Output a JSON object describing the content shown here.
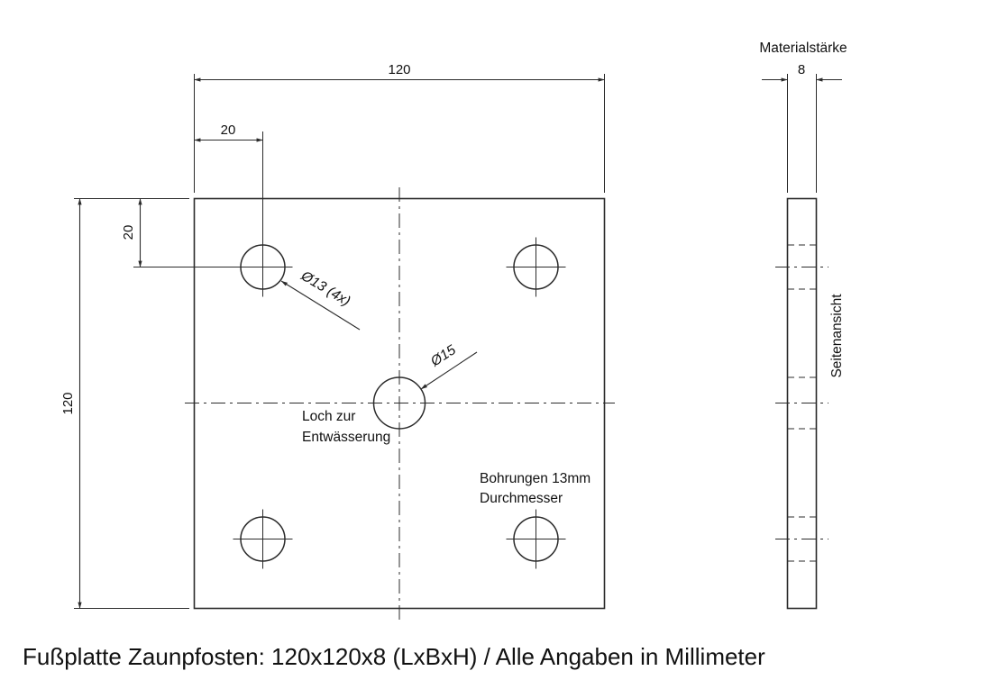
{
  "title": "Fußplatte Zaunpfosten: 120x120x8 (LxBxH) / Alle Angaben in Millimeter",
  "front_view": {
    "dim_top_width": "120",
    "dim_top_hole_offset": "20",
    "dim_left_height": "120",
    "dim_left_hole_offset": "20",
    "hole_callout": "Ø13 (4x)",
    "center_hole_callout": "Ø15",
    "drain_label_line1": "Loch zur",
    "drain_label_line2": "Entwässerung",
    "bore_label_line1": "Bohrungen 13mm",
    "bore_label_line2": "Durchmesser"
  },
  "side_view": {
    "header": "Materialstärke",
    "dim_thickness": "8",
    "caption": "Seitenansicht"
  },
  "diagram_data": {
    "type": "technical-drawing",
    "part": "Fußplatte Zaunpfosten",
    "units": "mm",
    "plate_mm": {
      "length": 120,
      "width": 120,
      "thickness": 8
    },
    "corner_holes": {
      "count": 4,
      "diameter_mm": 13,
      "edge_offset_mm": 20,
      "note": "Bohrungen 13mm Durchmesser"
    },
    "center_hole": {
      "diameter_mm": 15,
      "purpose": "Loch zur Entwässerung"
    }
  }
}
